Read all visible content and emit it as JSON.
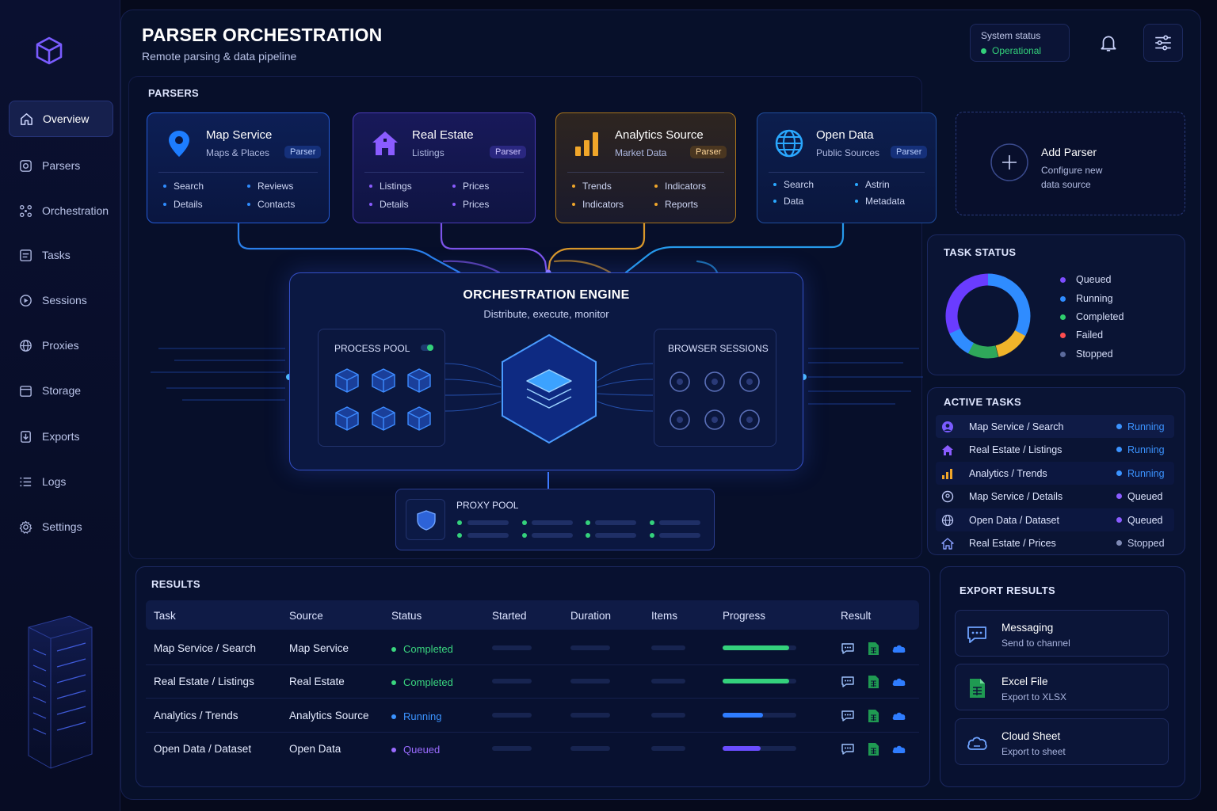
{
  "header": {
    "title": "PARSER ORCHESTRATION",
    "subtitle": "Remote parsing & data pipeline",
    "status_label": "System status",
    "status_value": "Operational"
  },
  "sidebar": {
    "items": [
      {
        "label": "Overview",
        "icon": "home-icon",
        "active": true
      },
      {
        "label": "Parsers",
        "icon": "parser-icon"
      },
      {
        "label": "Orchestration",
        "icon": "orchestration-icon"
      },
      {
        "label": "Tasks",
        "icon": "tasks-icon"
      },
      {
        "label": "Sessions",
        "icon": "sessions-icon"
      },
      {
        "label": "Proxies",
        "icon": "globe-icon"
      },
      {
        "label": "Storage",
        "icon": "storage-icon"
      },
      {
        "label": "Exports",
        "icon": "export-icon"
      },
      {
        "label": "Logs",
        "icon": "list-icon"
      },
      {
        "label": "Settings",
        "icon": "gear-icon"
      }
    ]
  },
  "parsers": {
    "section_title": "PARSERS",
    "badge": "Parser",
    "cards": [
      {
        "name": "Map Service",
        "sub": "Maps & Places",
        "features": [
          "Search",
          "Reviews",
          "Details",
          "Contacts"
        ],
        "color": "#2f8cff"
      },
      {
        "name": "Real Estate",
        "sub": "Listings",
        "features": [
          "Listings",
          "Prices",
          "Details",
          "Prices"
        ],
        "color": "#8a5cff"
      },
      {
        "name": "Analytics Source",
        "sub": "Market Data",
        "features": [
          "Trends",
          "Indicators",
          "Indicators",
          "Reports"
        ],
        "color": "#f0a62a"
      },
      {
        "name": "Open Data",
        "sub": "Public Sources",
        "features": [
          "Search",
          "Astrin",
          "Data",
          "Metadata"
        ],
        "color": "#2aa8ff"
      }
    ],
    "add": {
      "title": "Add Parser",
      "line1": "Configure new",
      "line2": "data source"
    }
  },
  "engine": {
    "title": "ORCHESTRATION ENGINE",
    "subtitle": "Distribute, execute, monitor",
    "process_pool": "PROCESS POOL",
    "browser_sessions": "BROWSER SESSIONS",
    "proxy_pool": "PROXY POOL"
  },
  "task_status": {
    "title": "TASK STATUS",
    "legend": [
      {
        "label": "Queued",
        "color": "#7d4dff"
      },
      {
        "label": "Running",
        "color": "#2f8cff"
      },
      {
        "label": "Completed",
        "color": "#2fcf6e"
      },
      {
        "label": "Failed",
        "color": "#ff4d4f"
      },
      {
        "label": "Stopped",
        "color": "#5b6a9c"
      }
    ]
  },
  "active_tasks": {
    "title": "ACTIVE TASKS",
    "rows": [
      {
        "task": "Map Service / Search",
        "status": "Running",
        "icon": "map-pin-icon",
        "color": "#2f8cff"
      },
      {
        "task": "Real Estate / Listings",
        "status": "Running",
        "icon": "house-icon",
        "color": "#2f8cff"
      },
      {
        "task": "Analytics / Trends",
        "status": "Running",
        "icon": "bar-chart-icon",
        "color": "#2f8cff"
      },
      {
        "task": "Map Service / Details",
        "status": "Queued",
        "icon": "map-pin-icon",
        "color": "#8a5cff"
      },
      {
        "task": "Open Data / Dataset",
        "status": "Queued",
        "icon": "globe-icon",
        "color": "#8a5cff"
      },
      {
        "task": "Real Estate / Prices",
        "status": "Stopped",
        "icon": "house-icon",
        "color": "#7f8ab5"
      }
    ]
  },
  "results": {
    "title": "RESULTS",
    "columns": [
      "Task",
      "Source",
      "Status",
      "Started",
      "Duration",
      "Items",
      "Progress",
      "Result"
    ],
    "rows": [
      {
        "task": "Map Service / Search",
        "source": "Map Service",
        "status": "Completed",
        "status_color": "#3ad67f",
        "progress": 0.9,
        "bar_color": "#34d17c"
      },
      {
        "task": "Real Estate / Listings",
        "source": "Real Estate",
        "status": "Completed",
        "status_color": "#3ad67f",
        "progress": 0.9,
        "bar_color": "#34d17c"
      },
      {
        "task": "Analytics / Trends",
        "source": "Analytics Source",
        "status": "Running",
        "status_color": "#3b93ff",
        "progress": 0.55,
        "bar_color": "#2f7dff"
      },
      {
        "task": "Open Data / Dataset",
        "source": "Open Data",
        "status": "Queued",
        "status_color": "#9a6bff",
        "progress": 0.52,
        "bar_color": "#6a4dff"
      }
    ]
  },
  "export": {
    "title": "EXPORT RESULTS",
    "items": [
      {
        "name": "Messaging",
        "sub": "Send to channel",
        "icon": "chat-icon"
      },
      {
        "name": "Excel File",
        "sub": "Export to XLSX",
        "icon": "spreadsheet-icon"
      },
      {
        "name": "Cloud Sheet",
        "sub": "Export to sheet",
        "icon": "cloud-icon"
      }
    ]
  }
}
